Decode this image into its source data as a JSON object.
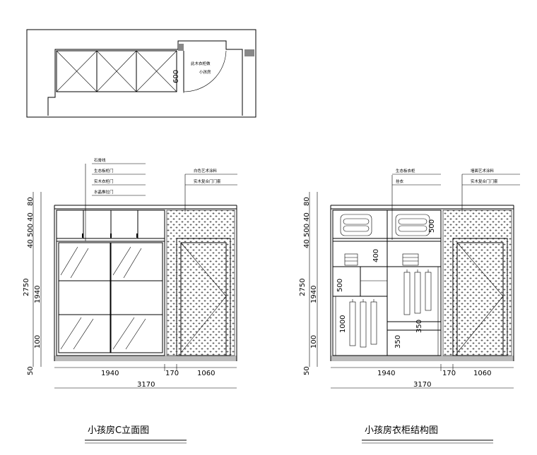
{
  "plan": {
    "dim_600": "600",
    "note_line1": "此木衣柜做",
    "note_line2": "小孩房"
  },
  "left_elevation": {
    "title": "小孩房C立面图",
    "notes": [
      "石膏线",
      "生态板柜门",
      "实木衣柜门",
      "水晶推拉门"
    ],
    "notes_right": [
      "白色艺术涂料",
      "实木复合门门套"
    ],
    "vdims": [
      "80",
      "40",
      "500",
      "40",
      "2750",
      "1940",
      "100",
      "50"
    ],
    "hdims": [
      "1940",
      "170",
      "1060"
    ],
    "total": "3170"
  },
  "right_elevation": {
    "title": "小孩房衣柜结构图",
    "notes": [
      "生态板衣柜",
      "挂衣"
    ],
    "notes_right": [
      "墙面艺术涂料",
      "实木复合门门套"
    ],
    "vdims": [
      "80",
      "40",
      "500",
      "40",
      "2750",
      "1940",
      "100",
      "50"
    ],
    "inner_dims": [
      "500",
      "400",
      "500",
      "1000",
      "350",
      "350"
    ],
    "hdims": [
      "1940",
      "170",
      "1060"
    ],
    "total": "3170"
  }
}
